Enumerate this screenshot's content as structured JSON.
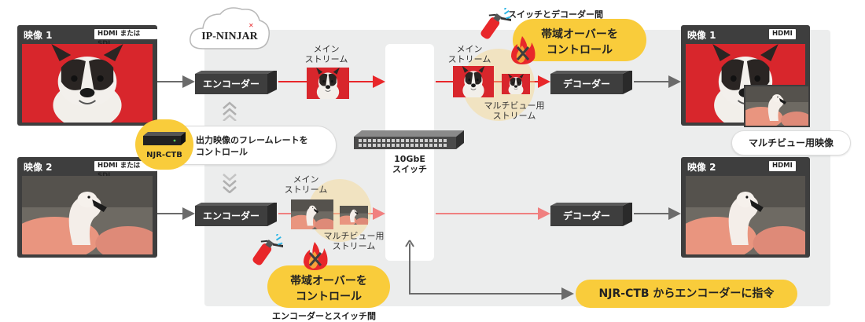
{
  "logo": {
    "text": "IP-NINJAR"
  },
  "sources": [
    {
      "label": "映像 1",
      "tag": "HDMI または SDI",
      "subject": "dog"
    },
    {
      "label": "映像 2",
      "tag": "HDMI または SDI",
      "subject": "flamingo"
    }
  ],
  "outputs": [
    {
      "label": "映像 1",
      "tag": "HDMI",
      "subject": "dog"
    },
    {
      "label": "映像 2",
      "tag": "HDMI",
      "subject": "flamingo"
    }
  ],
  "encoder_label": "エンコーダー",
  "decoder_label": "デコーダー",
  "main_stream_line1": "メイン",
  "main_stream_line2": "ストリーム",
  "multiview_line1": "マルチビュー用",
  "multiview_line2": "ストリーム",
  "switch_label_line1": "10GbE",
  "switch_label_line2": "スイッチ",
  "ctb": {
    "name": "NJR-CTB",
    "callout_line1": "出力映像のフレームレートを",
    "callout_line2": "コントロール"
  },
  "bandwidth_top": {
    "line1": "帯域オーバーを",
    "line2": "コントロール",
    "caption": "スイッチとデコーダー間"
  },
  "bandwidth_bottom": {
    "line1": "帯域オーバーを",
    "line2": "コントロール",
    "caption": "エンコーダーとスイッチ間"
  },
  "multiview_output_label": "マルチビュー用映像",
  "command_label": "NJR-CTB からエンコーダーに指令",
  "colors": {
    "accent_red": "#e8272a",
    "yellow": "#f9cc3b",
    "dark": "#3e3e3e",
    "panel": "#eceded"
  }
}
